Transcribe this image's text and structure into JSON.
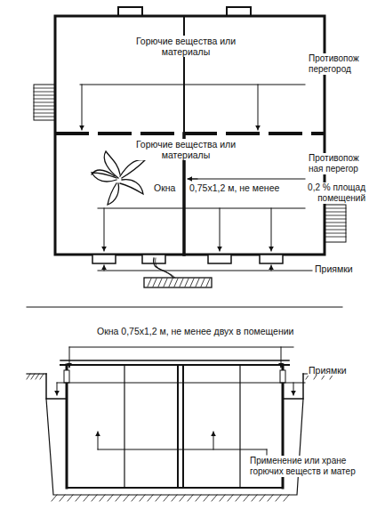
{
  "diagram": {
    "labels": [
      "Горючие вещества или материалы",
      "Противопож перегород",
      "Горючие вещества или материалы",
      "Противопож ная перегор",
      "Окна",
      "0,75х1,2 м, не менее",
      "0,2 % площад помещений",
      "Приямки",
      "Окна 0,75х1,2 м, не менее двух в помещении",
      "Приямки",
      "Применение или хране горючих веществ и матер"
    ]
  }
}
